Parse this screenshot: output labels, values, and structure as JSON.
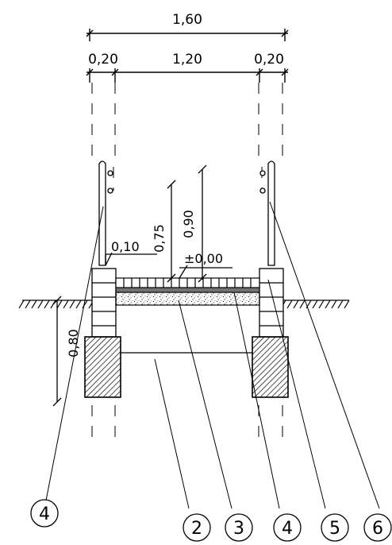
{
  "dimensions": {
    "total_width": "1,60",
    "left_wall": "0,20",
    "opening": "1,20",
    "right_wall": "0,20",
    "level_a": "0,10",
    "height_a": "0,75",
    "height_b": "0,90",
    "level_zero": "±0,00",
    "depth": "0,80"
  },
  "callouts": [
    "4",
    "2",
    "3",
    "4",
    "5",
    "6"
  ]
}
